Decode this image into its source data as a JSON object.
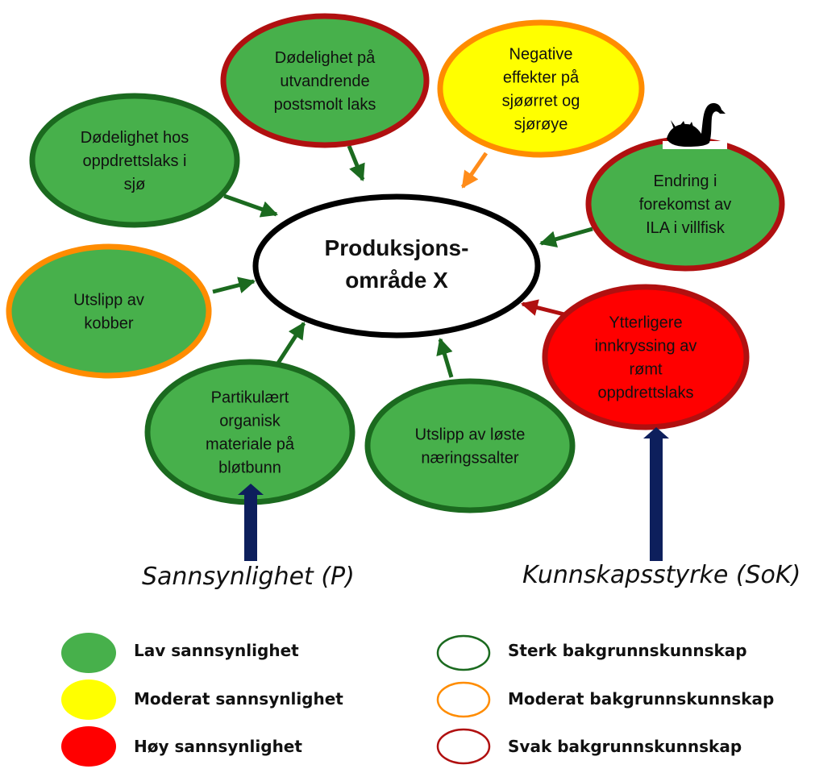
{
  "center": {
    "lines": [
      "Produksjons-",
      "område X"
    ]
  },
  "nodes": [
    {
      "id": "dodelighet-oppdrettslaks",
      "lines": [
        "Dødelighet hos",
        "oppdrettslaks i",
        "sjø"
      ],
      "probability": "low",
      "knowledge": "strong",
      "arrow": "dark-green"
    },
    {
      "id": "dodelighet-postsmolt",
      "lines": [
        "Dødelighet på",
        "utvandrende",
        "postsmolt laks"
      ],
      "probability": "low",
      "knowledge": "weak",
      "arrow": "dark-green"
    },
    {
      "id": "negative-effekter",
      "lines": [
        "Negative",
        "effekter på",
        "sjøørret og",
        "sjørøye"
      ],
      "probability": "moderate",
      "knowledge": "moderate",
      "arrow": "orange"
    },
    {
      "id": "endring-ila",
      "lines": [
        "Endring i",
        "forekomst av",
        "ILA i villfisk"
      ],
      "probability": "low",
      "knowledge": "weak",
      "arrow": "dark-green",
      "marker_icon": "black-swan-icon"
    },
    {
      "id": "utslipp-kobber",
      "lines": [
        "Utslipp av",
        "kobber"
      ],
      "probability": "low",
      "knowledge": "moderate",
      "arrow": "dark-green"
    },
    {
      "id": "ytterligere-innkryssing",
      "lines": [
        "Ytterligere",
        "innkryssing av",
        "rømt",
        "oppdrettslaks"
      ],
      "probability": "high",
      "knowledge": "weak",
      "arrow": "dark-red"
    },
    {
      "id": "partikulaert-materiale",
      "lines": [
        "Partikulært",
        "organisk",
        "materiale på",
        "bløtbunn"
      ],
      "probability": "low",
      "knowledge": "strong",
      "arrow": "dark-green"
    },
    {
      "id": "utslipp-naeringssalter",
      "lines": [
        "Utslipp av løste",
        "næringssalter"
      ],
      "probability": "low",
      "knowledge": "strong",
      "arrow": "dark-green"
    }
  ],
  "axis_labels": {
    "probability": "Sannsynlighet (P)",
    "knowledge": "Kunnskapsstyrke (SoK)"
  },
  "legend": {
    "probability": [
      {
        "key": "low",
        "label": "Lav sannsynlighet"
      },
      {
        "key": "moderate",
        "label": "Moderat sannsynlighet"
      },
      {
        "key": "high",
        "label": "Høy sannsynlighet"
      }
    ],
    "knowledge": [
      {
        "key": "strong",
        "label": "Sterk bakgrunnskunnskap"
      },
      {
        "key": "moderate",
        "label": "Moderat bakgrunnskunnskap"
      },
      {
        "key": "weak",
        "label": "Svak bakgrunnskunnskap"
      }
    ]
  },
  "colors": {
    "fill": {
      "low": "#47b04b",
      "moderate": "#ffff00",
      "high": "#ff0000"
    },
    "border": {
      "strong": "#1b6a1f",
      "moderate": "#ff8c00",
      "weak": "#b01010"
    },
    "arrow": {
      "dark-green": "#1b6a1f",
      "orange": "#ff8c1a",
      "dark-red": "#b01010"
    },
    "axis_arrow": "#0d1f5c",
    "center_fill": "#ffffff",
    "center_border": "#000000"
  }
}
